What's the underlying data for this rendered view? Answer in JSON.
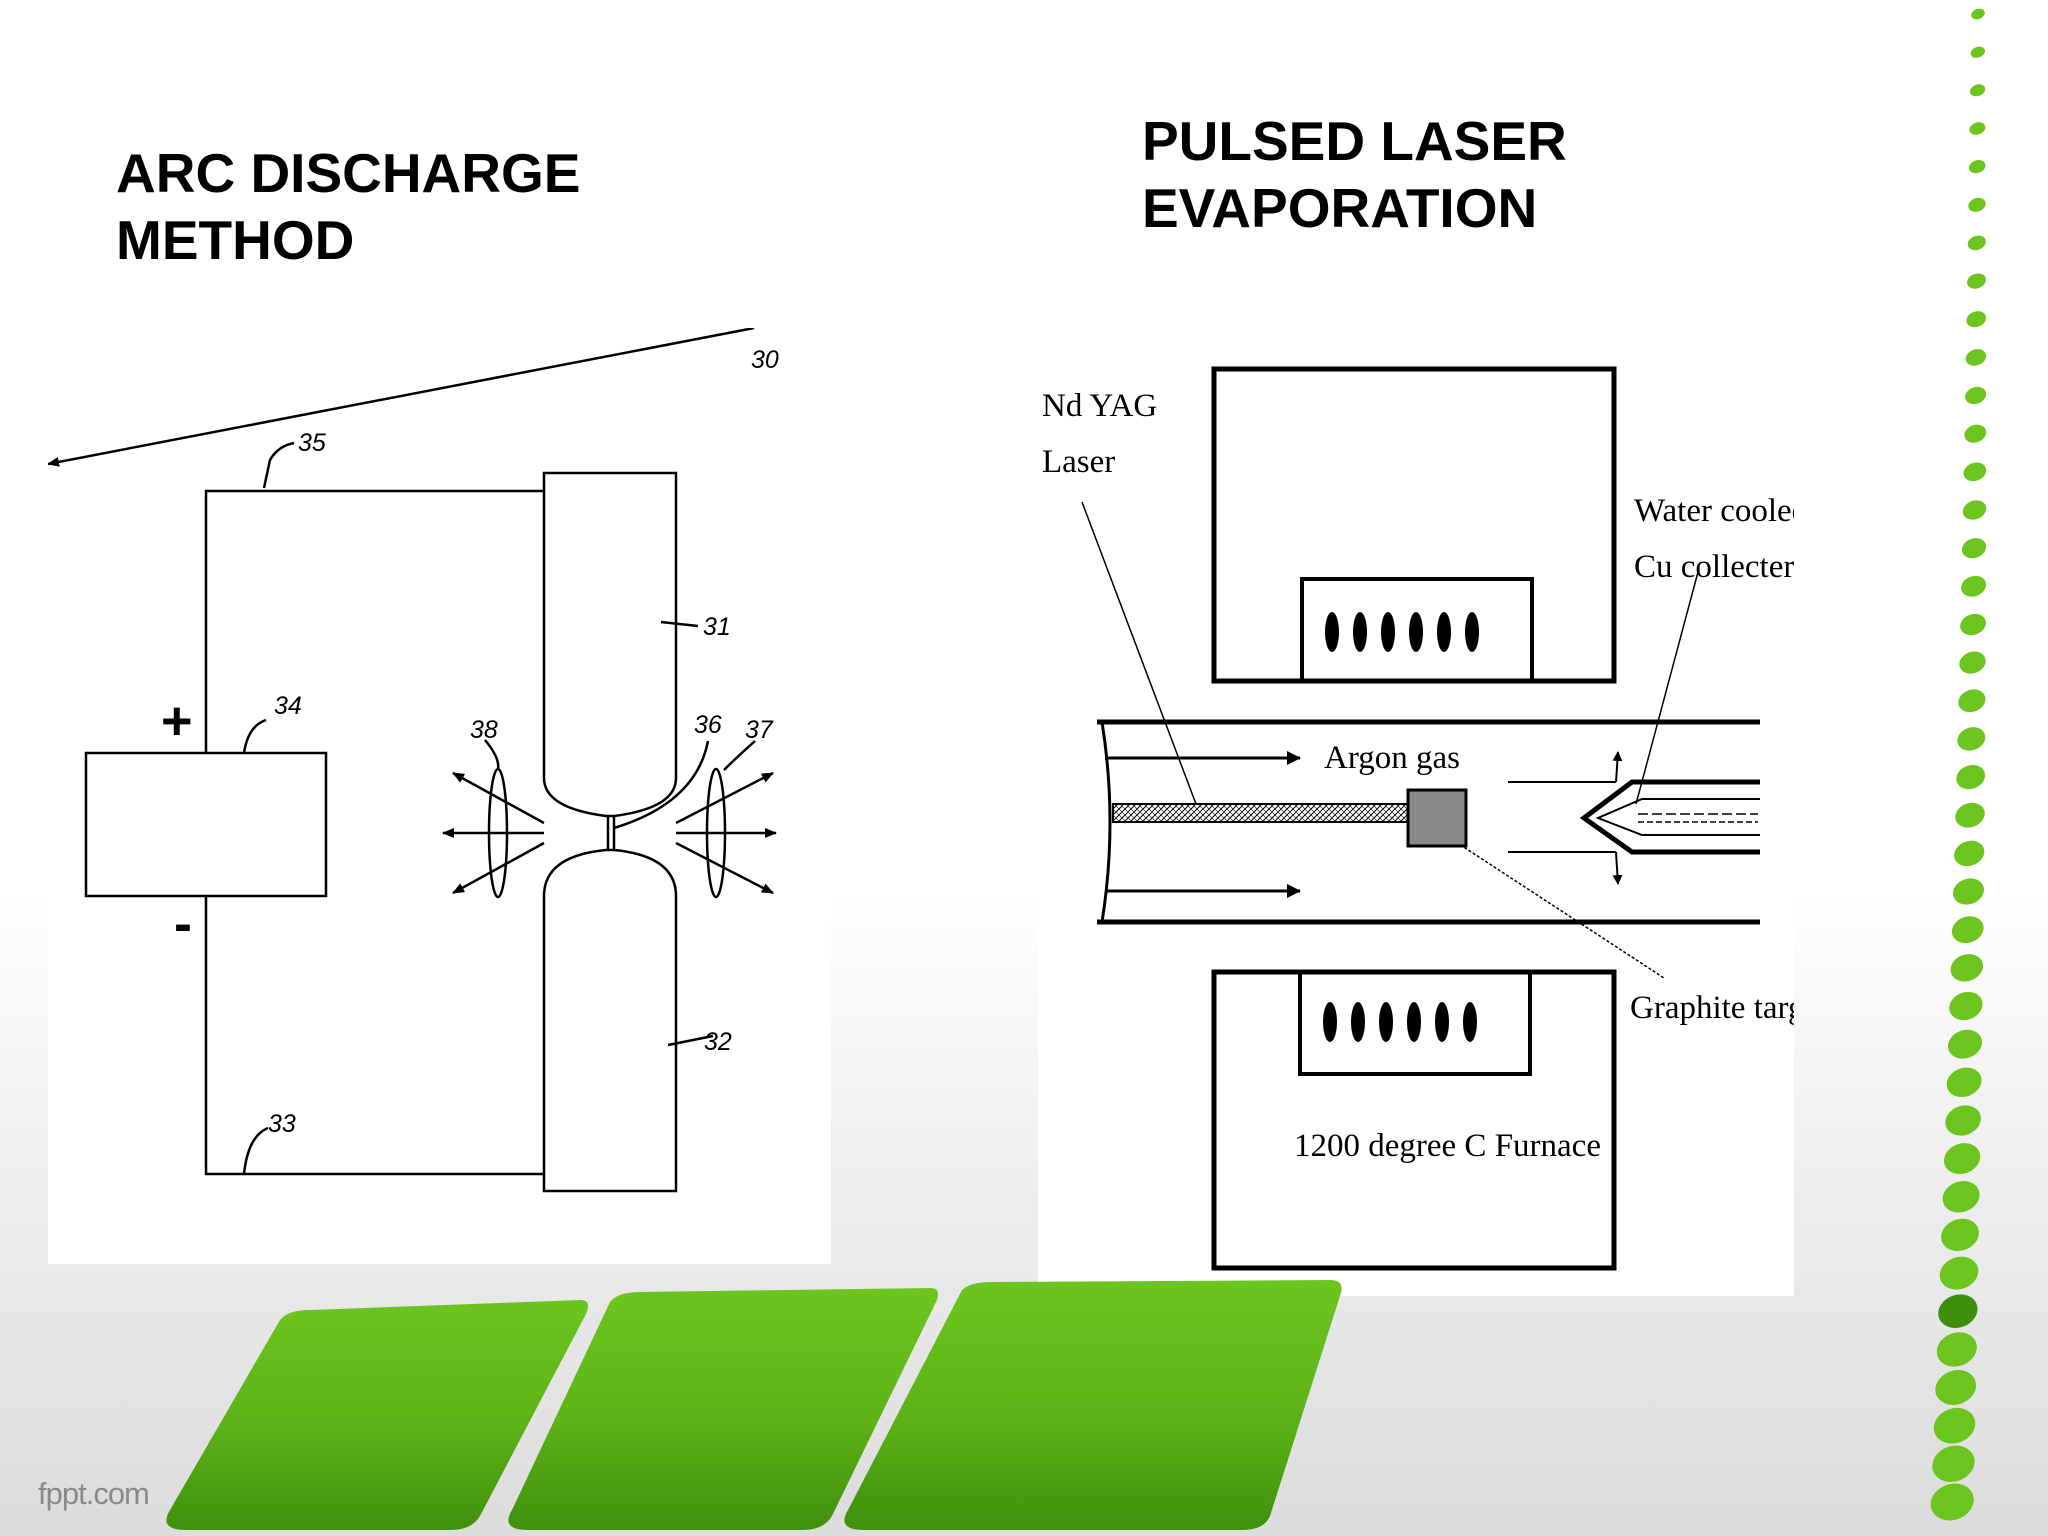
{
  "slide": {
    "left_title": [
      "ARC DISCHARGE",
      "METHOD"
    ],
    "right_title": [
      "PULSED LASER",
      "EVAPORATION"
    ],
    "footer_brand": "fppt.com"
  },
  "arc_diagram": {
    "labels": {
      "assembly": "30",
      "wire_top": "35",
      "electrode_top": "31",
      "power_supply": "34",
      "plus": "+",
      "minus": "-",
      "arc_gap": "36",
      "emission_right": "37",
      "emission_left": "38",
      "electrode_bottom": "32",
      "wire_bottom": "33"
    }
  },
  "laser_diagram": {
    "labels": {
      "laser": [
        "Nd YAG",
        "Laser"
      ],
      "collector": [
        "Water cooled",
        "Cu collecter"
      ],
      "gas": "Argon gas",
      "target": "Graphite target",
      "furnace": "1200 degree C Furnace"
    }
  },
  "colors": {
    "accent_green": "#6cc51f",
    "dark_green": "#3f8f0c",
    "target_gray": "#8a8a8a"
  }
}
